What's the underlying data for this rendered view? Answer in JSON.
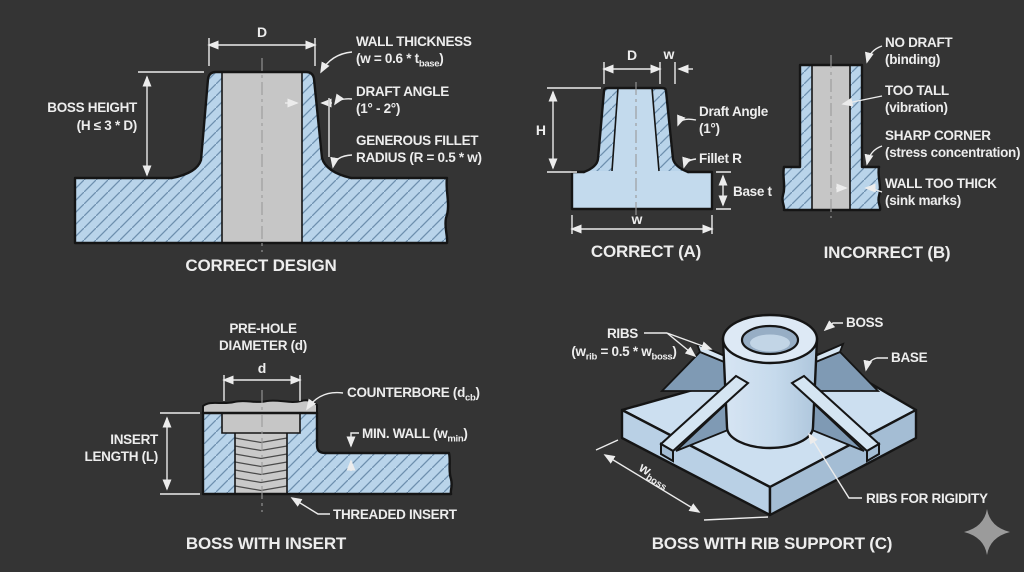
{
  "colors": {
    "background": "#343434",
    "material_fill": "#b9d4ea",
    "hatch_line": "#6d8fae",
    "plain_material": "#c3daed",
    "core_gray": "#c6c6c6",
    "outline": "#151515",
    "annotation": "#ececec",
    "iso_top_face": "#ccdff0",
    "iso_left_face": "#b9d0e5",
    "iso_right_face": "#a4bdd4",
    "iso_shadow": "#7f9ab4",
    "sparkle": "#9b9b9b"
  },
  "d1": {
    "caption": "CORRECT DESIGN",
    "dim_d": "D",
    "boss_height_line1": "BOSS HEIGHT",
    "boss_height_line2": "(H ≤ 3 * D)",
    "wall_thickness_line1": "WALL THICKNESS",
    "wall_formula_pre": "(w = 0.6 * t",
    "wall_formula_sub": "base",
    "wall_formula_post": ")",
    "draft_angle_line1": "DRAFT ANGLE",
    "draft_angle_line2": "(1° - 2°)",
    "fillet_line1": "GENEROUS FILLET",
    "fillet_line2": "RADIUS (R = 0.5 * w)"
  },
  "d2": {
    "caption": "CORRECT (A)",
    "dim_d": "D",
    "dim_w_top": "w",
    "dim_h": "H",
    "draft_angle_line1": "Draft Angle",
    "draft_angle_line2": "(1°)",
    "fillet": "Fillet R",
    "base_t": "Base t",
    "dim_w_bottom": "w"
  },
  "d3": {
    "caption": "INCORRECT (B)",
    "no_draft_line1": "NO DRAFT",
    "no_draft_line2": "(binding)",
    "too_tall_line1": "TOO TALL",
    "too_tall_line2": "(vibration)",
    "sharp_corner_line1": "SHARP CORNER",
    "sharp_corner_line2": "(stress concentration)",
    "wall_thick_line1": "WALL TOO THICK",
    "wall_thick_line2": "(sink marks)"
  },
  "d4": {
    "caption": "BOSS WITH INSERT",
    "prehole_line1": "PRE-HOLE",
    "prehole_line2": "DIAMETER (d)",
    "dim_d": "d",
    "counterbore_pre": "COUNTERBORE (d",
    "counterbore_sub": "cb",
    "counterbore_post": ")",
    "insert_line1": "INSERT",
    "insert_line2": "LENGTH (L)",
    "minwall_pre": "MIN. WALL (w",
    "minwall_sub": "min",
    "minwall_post": ")",
    "threaded_insert": "THREADED INSERT"
  },
  "d5": {
    "caption": "BOSS WITH RIB SUPPORT (C)",
    "ribs": "RIBS",
    "ribs_formula_pre": "(w",
    "ribs_formula_sub1": "rib",
    "ribs_formula_mid": " = 0.5 * w",
    "ribs_formula_sub2": "boss",
    "ribs_formula_post": ")",
    "boss": "BOSS",
    "base": "BASE",
    "wboss_pre": "w",
    "wboss_sub": "boss",
    "ribs_rigidity": "RIBS FOR RIGIDITY"
  }
}
